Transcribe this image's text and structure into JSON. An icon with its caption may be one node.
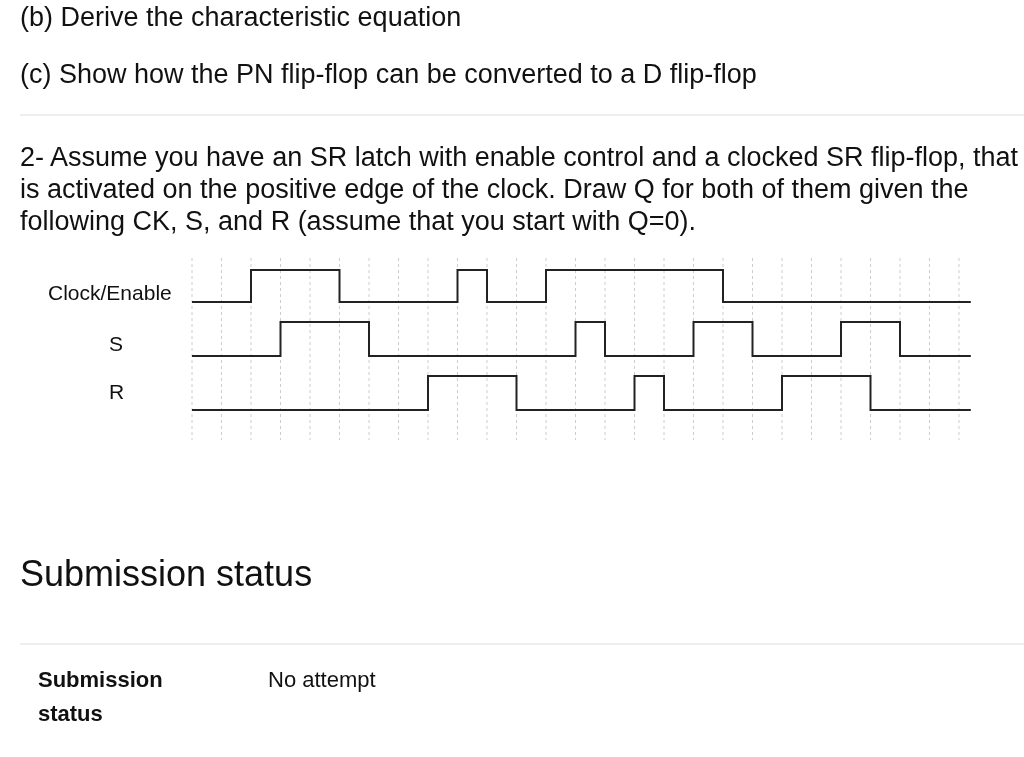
{
  "diagram": {
    "labels": [
      "(b) Derive the characteristic equation",
      "(c) Show how the PN flip-flop can be converted to a D flip-flop",
      "2- Assume you have an SR latch with enable control and a clocked SR flip-flop, that is activated on the positive edge of the clock. Draw Q for both of them given the following CK, S, and R (assume that you start with Q=0).",
      "Clock/Enable",
      "S",
      "R",
      "Submission status",
      "Submission status",
      "No attempt"
    ]
  }
}
